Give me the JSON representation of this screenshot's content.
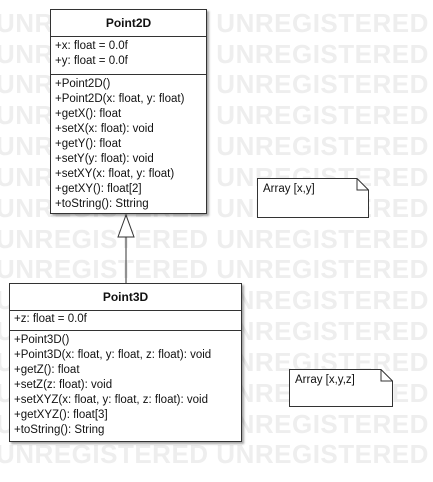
{
  "watermark": {
    "text": "UNREGISTERED UNREGISTERED UNREGISTERED"
  },
  "classes": {
    "point2d": {
      "name": "Point2D",
      "attributes": [
        "+x: float = 0.0f",
        "+y: float = 0.0f"
      ],
      "methods": [
        "+Point2D()",
        "+Point2D(x: float, y: float)",
        "+getX(): float",
        "+setX(x: float): void",
        "+getY(): float",
        "+setY(y: float): void",
        "+setXY(x: float, y: float)",
        "+getXY(): float[2]",
        "+toString(): Sttring"
      ]
    },
    "point3d": {
      "name": "Point3D",
      "attributes": [
        "+z: float = 0.0f"
      ],
      "methods": [
        "+Point3D()",
        "+Point3D(x: float, y: float, z: float): void",
        "+getZ(): float",
        "+setZ(z: float): void",
        "+setXYZ(x: float, y: float, z: float): void",
        "+getXYZ(): float[3]",
        "+toString(): String"
      ]
    }
  },
  "notes": {
    "point2d_note": "Array [x,y]",
    "point3d_note": "Array [x,y,z]"
  },
  "colors": {
    "border": "#333333",
    "watermark": "#eeeeee",
    "background": "#ffffff"
  }
}
